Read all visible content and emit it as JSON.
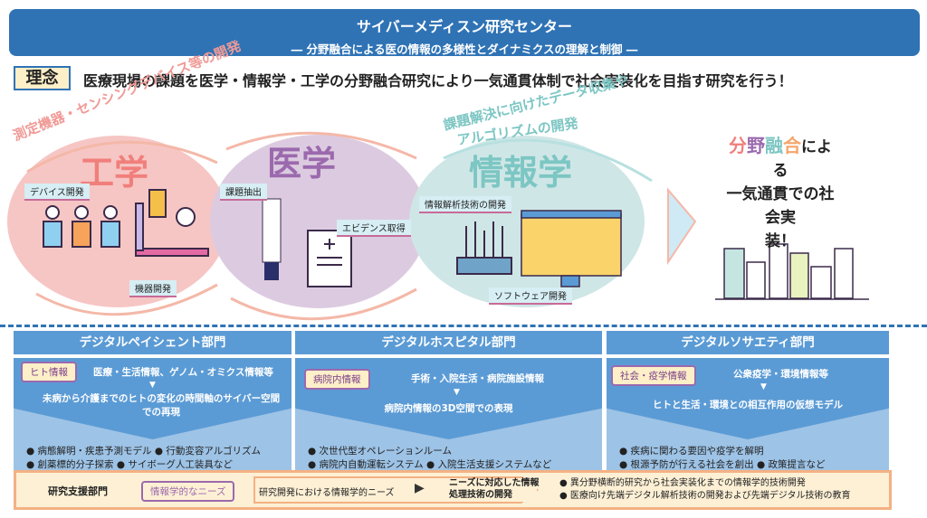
{
  "header": {
    "title": "サイバーメディスン研究センター",
    "subtitle": "― 分野融合による医の情報の多様性とダイナミクスの理解と制御 ―"
  },
  "philosophy": {
    "label": "理念",
    "text": "医療現場の課題を医学・情報学・工学の分野融合研究により一気通貫体制で社会実装化を目指す研究を行う！"
  },
  "fields": {
    "engineering": {
      "title": "工学",
      "arc": "測定機器・センシングデバイス等の開発",
      "bubbles": [
        "デバイス開発",
        "機器開発"
      ]
    },
    "medicine": {
      "title": "医学",
      "bubbles": [
        "課題抽出",
        "エビデンス取得"
      ]
    },
    "informatics": {
      "title": "情報学",
      "arc_line1": "課題解決に向けたデータ収集や",
      "arc_line2": "アルゴリズムの開発",
      "bubbles": [
        "情報解析技術の開発",
        "ソフトウェア開発"
      ]
    }
  },
  "outcome": {
    "w1": "分",
    "w2": "野",
    "w3": "融",
    "w4": "合",
    "rest1": "による",
    "line2": "一気通貫での社会実",
    "line3": "装！",
    "colors": [
      "#f07f7b",
      "#9b69ad",
      "#7cc6c3",
      "#f4a56a"
    ]
  },
  "departments": [
    {
      "name": "デジタルペイシェント部門",
      "tag": "ヒト情報",
      "info": "医療・生活情報、ゲノム・オミクス情報等",
      "result": "未病から介護までのヒトの変化の時間軸のサイバー空間での再現",
      "items": [
        "● 病態解明・疾患予測モデル ● 行動変容アルゴリズム",
        "● 創薬標的分子探索 ● サイボーグ人工装具など"
      ]
    },
    {
      "name": "デジタルホスピタル部門",
      "tag": "病院内情報",
      "info": "手術・入院生活・病院施設情報",
      "result": "病院内情報の3D空間での表現",
      "items": [
        "● 次世代型オペレーションルーム",
        "● 病院内自動運転システム ● 入院生活支援システムなど"
      ]
    },
    {
      "name": "デジタルソサエティ部門",
      "tag": "社会・疫学情報",
      "info": "公衆疫学・環境情報等",
      "result": "ヒトと生活・環境との相互作用の仮想モデル",
      "items": [
        "● 疾病に関わる要因や疫学を解明",
        "● 根源予防が行える社会を創出 ● 政策提言など"
      ]
    }
  ],
  "support": {
    "name": "研究支援部門",
    "tag": "情報学的なニーズ",
    "needs": "研究開発における情報学的ニーズ",
    "dev_line1": "ニーズに対応した情報",
    "dev_line2": "処理技術の開発",
    "items": [
      "● 異分野横断的研究から社会実装化までの情報学的技術開発",
      "● 医療向け先端デジタル解析技術の開発および先端デジタル技術の教育"
    ]
  }
}
